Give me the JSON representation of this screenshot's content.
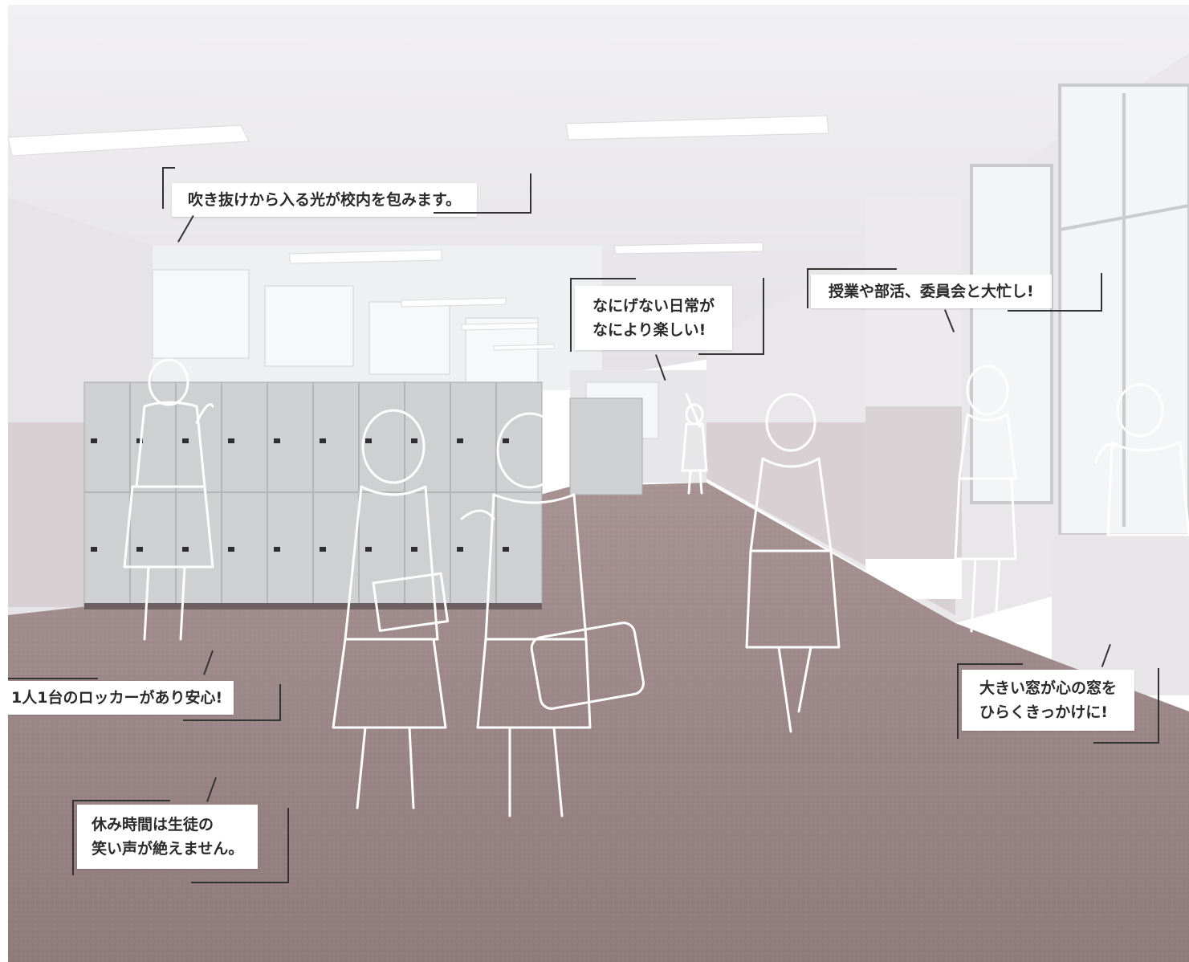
{
  "callouts": {
    "light": "吹き抜けから入る光が校内を包みます。",
    "daily_line1": "なにげない日常が",
    "daily_line2": "なにより楽しい!",
    "busy": "授業や部活、委員会と大忙し!",
    "locker": "1人1台のロッカーがあり安心!",
    "window_line1": "大きい窓が心の窓を",
    "window_line2": "ひらくきっかけに!",
    "break_line1": "休み時間は生徒の",
    "break_line2": "笑い声が絶えません。"
  },
  "colors": {
    "ceiling": "#e9e8ea",
    "wall": "#dcd6d8",
    "floor": "#9d8787",
    "locker": "#cfd0d2",
    "sketch": "#ffffff",
    "callout_bg": "#ffffff",
    "callout_text": "#2a2a2a"
  },
  "icons": [
    "student-sketch-figure",
    "ceiling-light",
    "locker-bank",
    "window-frame"
  ]
}
